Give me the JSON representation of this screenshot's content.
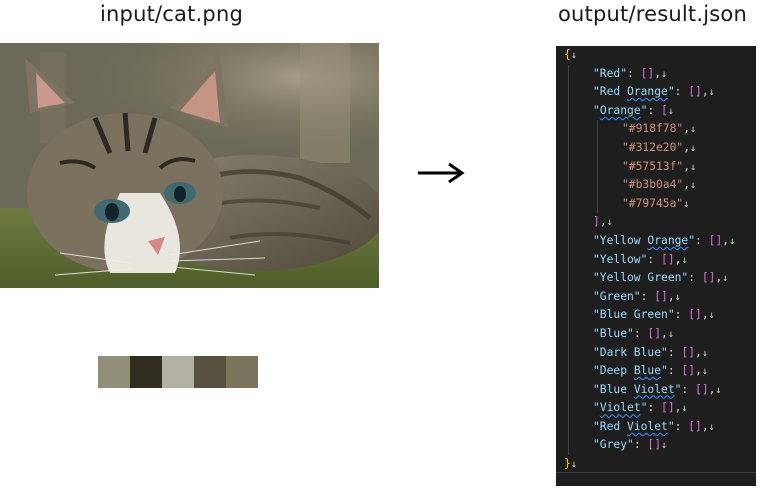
{
  "captions": {
    "input": "input/cat.png",
    "output": "output/result.json"
  },
  "icons": {
    "arrow": "right-arrow-icon",
    "line_end": "↓"
  },
  "palette": [
    "#918f78",
    "#312e20",
    "#b3b0a4",
    "#57513f",
    "#79745a"
  ],
  "json_keys": [
    "Red",
    "Red Orange",
    "Orange",
    "Yellow Orange",
    "Yellow",
    "Yellow Green",
    "Green",
    "Blue Green",
    "Blue",
    "Dark Blue",
    "Deep Blue",
    "Blue Violet",
    "Violet",
    "Red Violet",
    "Grey"
  ],
  "orange_values": [
    "#918f78",
    "#312e20",
    "#57513f",
    "#b3b0a4",
    "#79745a"
  ],
  "colors": {
    "editor_bg": "#1e1e1e",
    "key": "#9cdcfe",
    "string": "#ce9178",
    "brace": "#ffd700",
    "bracket": "#da70d6"
  }
}
